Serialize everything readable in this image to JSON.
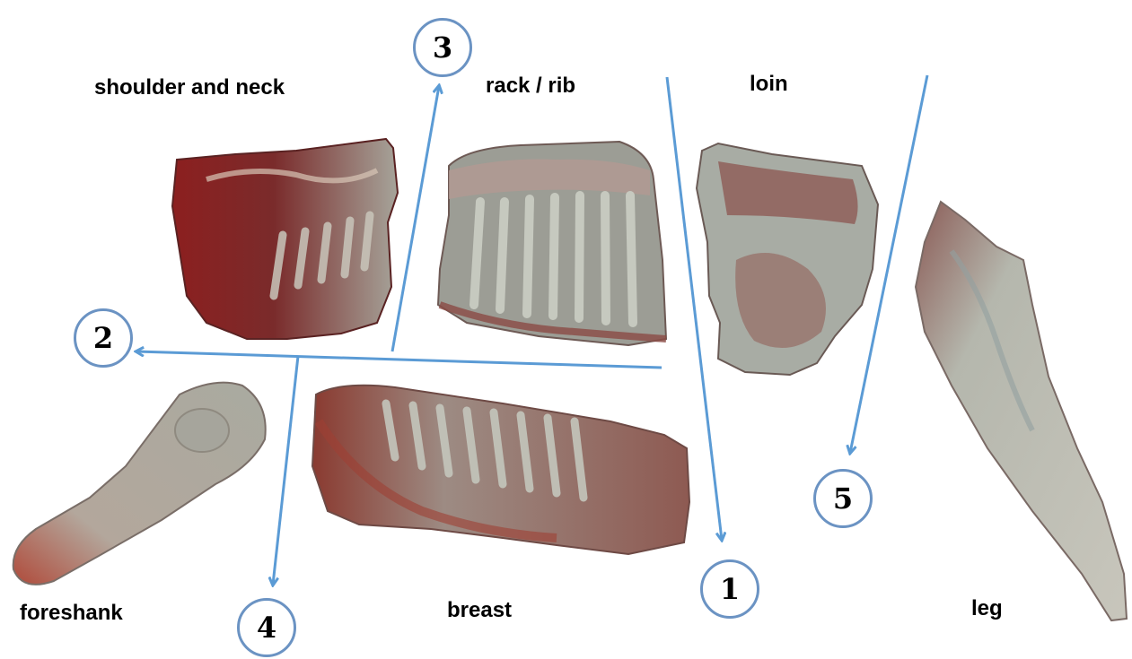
{
  "labels": {
    "shoulder": "shoulder and neck",
    "rack": "rack / rib",
    "loin": "loin",
    "foreshank": "foreshank",
    "breast": "breast",
    "leg": "leg"
  },
  "steps": {
    "one": "1",
    "two": "2",
    "three": "3",
    "four": "4",
    "five": "5"
  },
  "colors": {
    "arrow": "#5b9bd5",
    "circle_border": "#6b93c3",
    "meat_fat": "#a7a8a0",
    "meat_red": "#8e2a25",
    "meat_dark": "#5a2222",
    "bone": "#b9bcb3"
  }
}
